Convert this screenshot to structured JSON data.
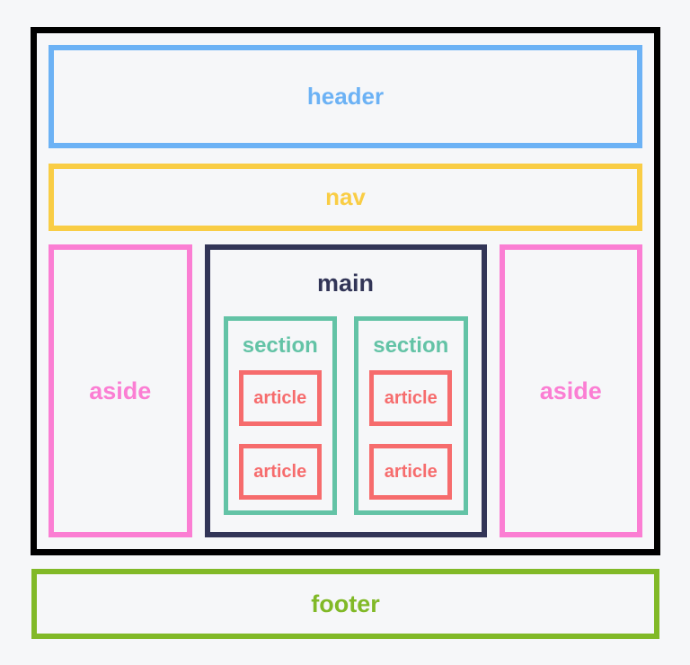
{
  "colors": {
    "page_bg": "#f6f7f9",
    "container_border": "#000000",
    "header": "#6cb2f5",
    "nav": "#f9cd45",
    "aside": "#fb7ed3",
    "main": "#323557",
    "section": "#63c3a6",
    "article": "#f66c6d",
    "footer": "#81b927"
  },
  "layout": {
    "header": {
      "label": "header"
    },
    "nav": {
      "label": "nav"
    },
    "aside_left": {
      "label": "aside"
    },
    "aside_right": {
      "label": "aside"
    },
    "main": {
      "label": "main",
      "sections": [
        {
          "label": "section",
          "articles": [
            {
              "label": "article"
            },
            {
              "label": "article"
            }
          ]
        },
        {
          "label": "section",
          "articles": [
            {
              "label": "article"
            },
            {
              "label": "article"
            }
          ]
        }
      ]
    },
    "footer": {
      "label": "footer"
    }
  }
}
